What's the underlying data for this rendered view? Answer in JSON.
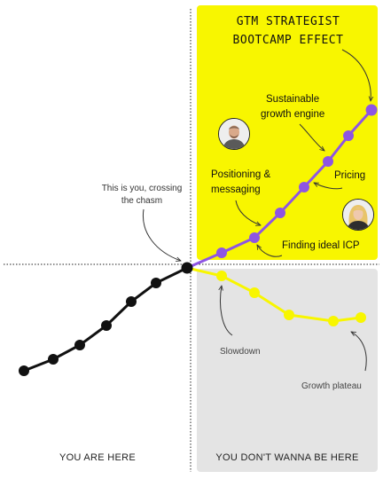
{
  "header": {
    "title_line1": "GTM STRATEGIST",
    "title_line2": "BOOTCAMP EFFECT"
  },
  "annotations": {
    "sustainable_line1": "Sustainable",
    "sustainable_line2": "growth engine",
    "positioning_line1": "Positioning &",
    "positioning_line2": "messaging",
    "pricing": "Pricing",
    "finding_icp": "Finding ideal ICP",
    "you_line1": "This is you, crossing",
    "you_line2": "the chasm",
    "slowdown": "Slowdown",
    "plateau": "Growth plateau"
  },
  "footer": {
    "left": "YOU ARE HERE",
    "right": "YOU DON'T WANNA BE HERE"
  },
  "colors": {
    "yellow_panel": "#f8f600",
    "grey_panel": "#e4e4e4",
    "black_line": "#111111",
    "purple_line": "#8e55e3",
    "yellow_line": "#f8f600"
  },
  "avatars": [
    "man-avatar",
    "woman-avatar"
  ]
}
